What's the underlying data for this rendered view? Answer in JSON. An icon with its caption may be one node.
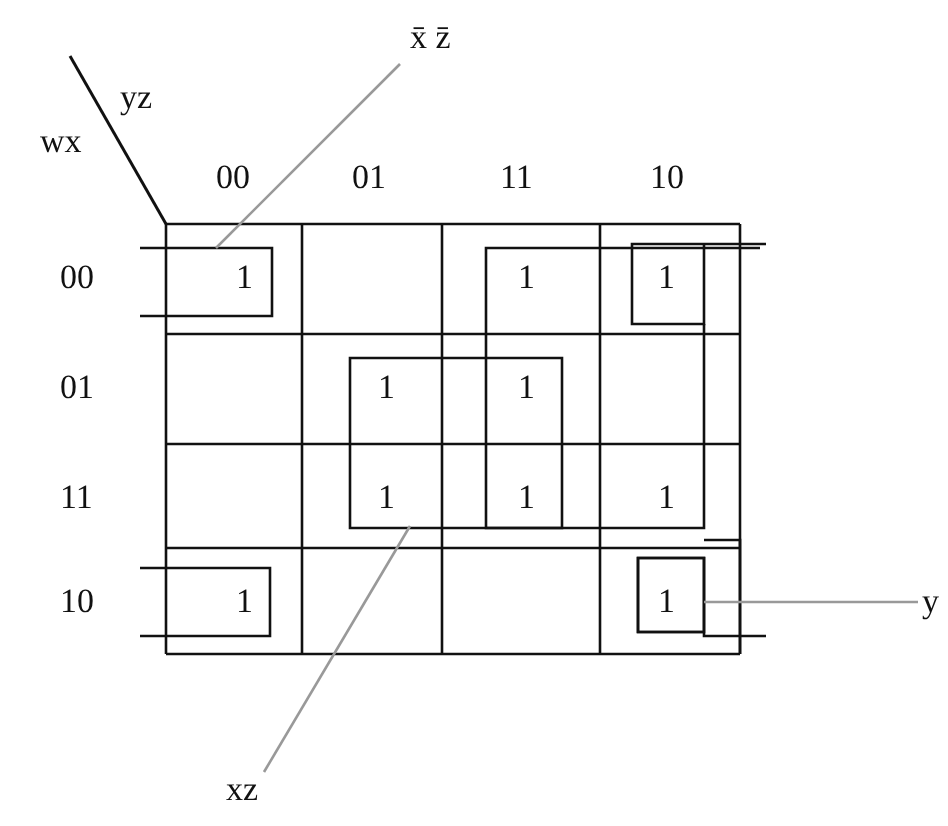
{
  "diagram": {
    "nodes": [
      {
        "text": [
          "x̄ z̄"
        ]
      },
      {
        "text": [],
        "shape": "box"
      },
      {
        "text": [
          "xz"
        ]
      },
      {
        "text": [],
        "shape": "box"
      },
      {
        "text": [
          "y"
        ]
      },
      {
        "text": [],
        "shape": "box"
      }
    ],
    "edges": [
      {
        "from": 0,
        "to": 1,
        "arrow": "none"
      },
      {
        "from": 2,
        "to": 3,
        "arrow": "none"
      },
      {
        "from": 4,
        "to": 5,
        "arrow": "none"
      }
    ],
    "labels": [
      "yz",
      "wx",
      "00",
      "01",
      "11",
      "10",
      "00",
      "1",
      "1",
      "1",
      "01",
      "1",
      "1",
      "11",
      "1",
      "1",
      "1",
      "10",
      "1",
      "1"
    ]
  }
}
